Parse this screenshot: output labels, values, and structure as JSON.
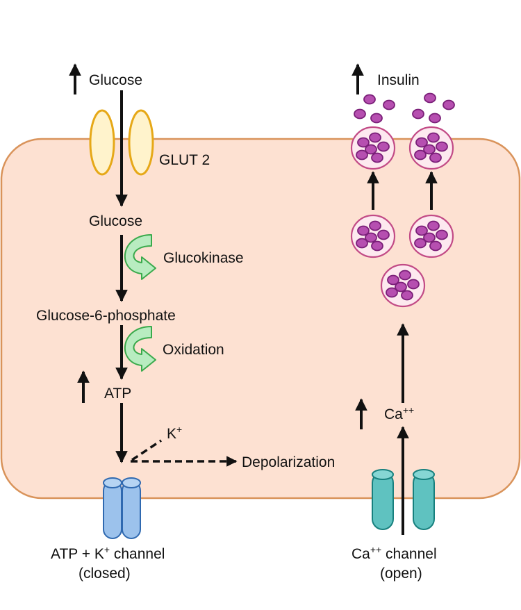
{
  "labels": {
    "glucose_outside": "Glucose",
    "glut2": "GLUT 2",
    "glucose_inside": "Glucose",
    "glucokinase": "Glucokinase",
    "g6p": "Glucose-6-phosphate",
    "oxidation": "Oxidation",
    "atp": "ATP",
    "k": "K",
    "k_sup": "+",
    "depolarization": "Depolarization",
    "atp_channel_a": "ATP + K",
    "atp_channel_sup": "+",
    "atp_channel_b": " channel",
    "atp_channel_state": "(closed)",
    "ca_inside": "Ca",
    "ca_inside_sup": "++",
    "ca_channel_a": "Ca",
    "ca_channel_sup": "++",
    "ca_channel_b": " channel",
    "ca_channel_state": "(open)",
    "insulin": "Insulin"
  },
  "colors": {
    "cell_fill": "#fde1d2",
    "cell_stroke": "#d9935a",
    "glut_fill": "#fff3cc",
    "glut_stroke": "#e6a817",
    "enzyme_fill": "#b8ecc0",
    "enzyme_stroke": "#3aaa4c",
    "atp_channel_fill": "#9cc2ec",
    "atp_channel_stroke": "#2f69b0",
    "ca_channel_fill": "#5fc2c0",
    "ca_channel_stroke": "#17807e",
    "vesicle_fill": "#fde9ef",
    "vesicle_stroke": "#c24b86",
    "granule_fill": "#b64fb0",
    "granule_stroke": "#7a1f78"
  },
  "icons": [
    "up-arrow-icon",
    "curved-arrow-icon",
    "vesicle-icon",
    "channel-icon"
  ]
}
